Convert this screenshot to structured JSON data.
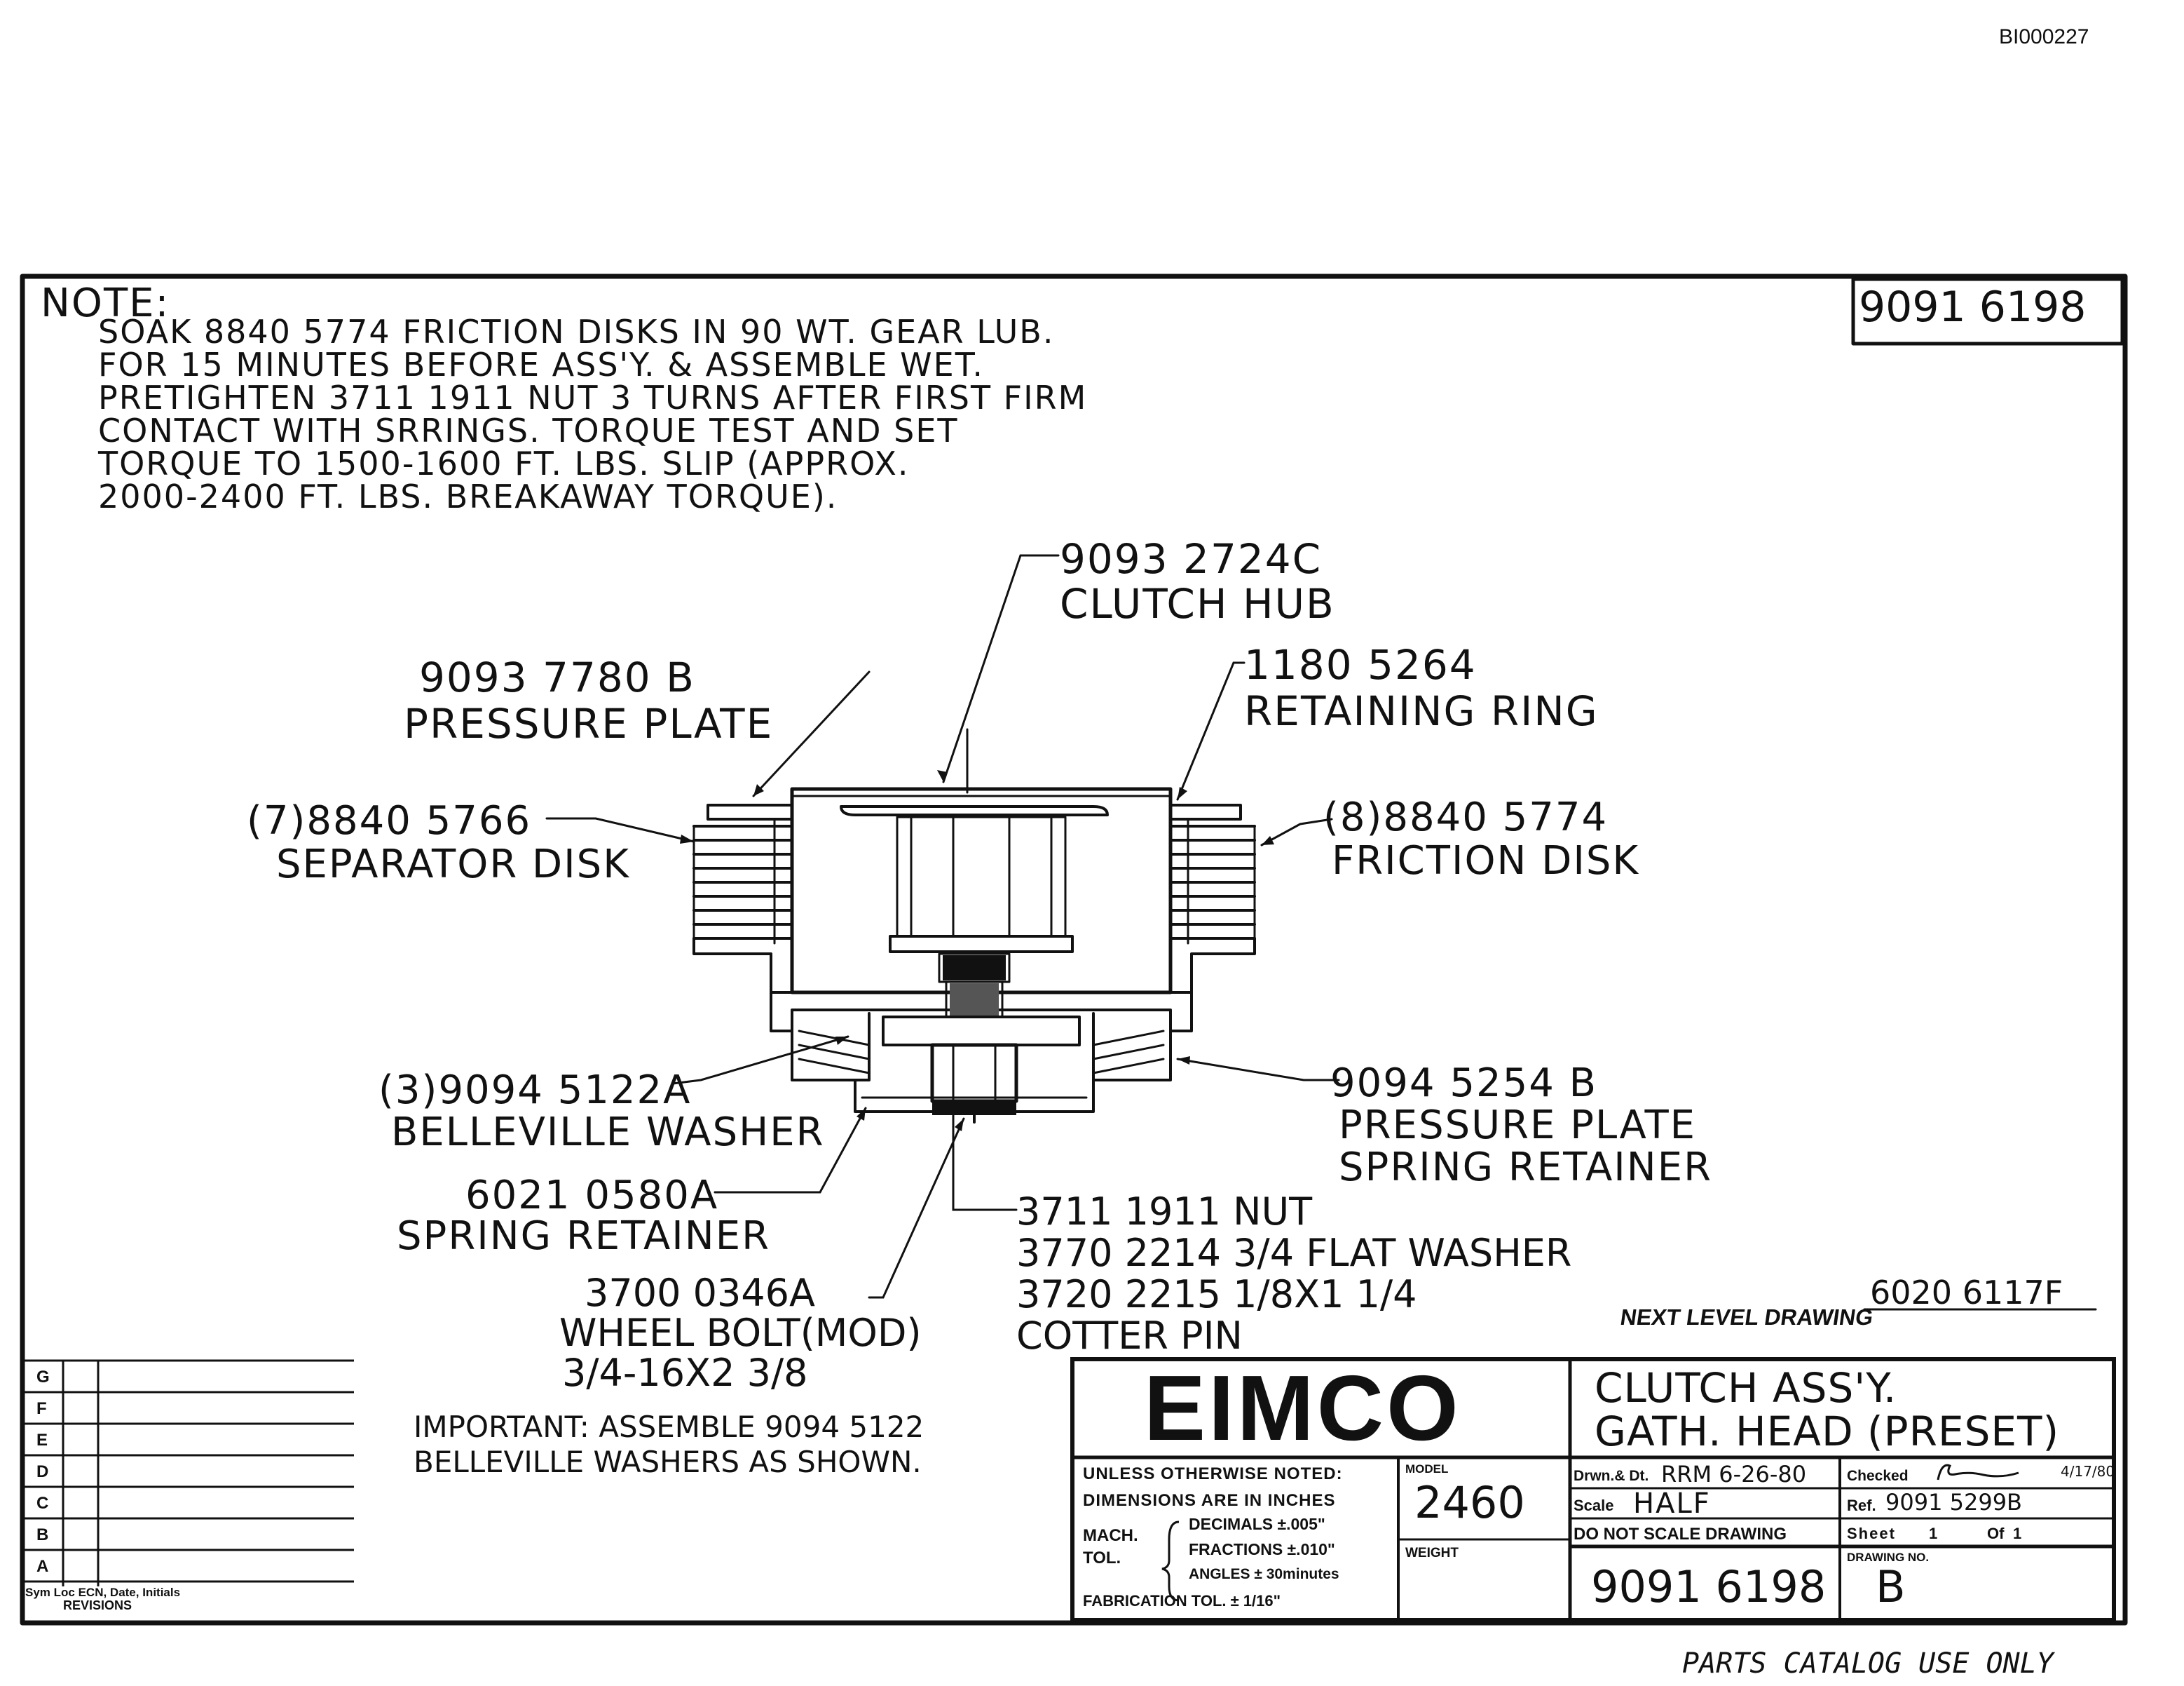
{
  "doc_id": "BI000227",
  "corner_drawing_no": "9091 6198",
  "note": {
    "heading": "NOTE:",
    "lines": [
      "SOAK 8840 5774 FRICTION DISKS IN 90 WT. GEAR LUB.",
      "FOR 15 MINUTES BEFORE ASS'Y. & ASSEMBLE WET.",
      "PRETIGHTEN 3711 1911 NUT 3 TURNS AFTER FIRST FIRM",
      "CONTACT WITH SRRINGS. TORQUE TEST AND SET",
      "TORQUE TO 1500-1600 FT. LBS. SLIP (APPROX.",
      "2000-2400 FT. LBS. BREAKAWAY TORQUE)."
    ]
  },
  "callouts": {
    "clutch_hub": [
      "9093 2724C",
      "CLUTCH HUB"
    ],
    "pressure_plate": [
      "9093 7780 B",
      "PRESSURE PLATE"
    ],
    "retaining_ring": [
      "1180 5264",
      "RETAINING RING"
    ],
    "separator_disk": [
      "(7)8840 5766",
      "SEPARATOR DISK"
    ],
    "friction_disk": [
      "(8)8840 5774",
      "FRICTION DISK"
    ],
    "belleville_washer": [
      "(3)9094 5122A",
      "BELLEVILLE WASHER"
    ],
    "spring_plate_retainer": [
      "9094 5254 B",
      "PRESSURE PLATE",
      "SPRING RETAINER"
    ],
    "spring_retainer": [
      "6021 0580A",
      "SPRING RETAINER"
    ],
    "nut_washer_pin": [
      "3711 1911 NUT",
      "3770 2214 3/4 FLAT WASHER",
      "3720 2215 1/8X1 1/4",
      "COTTER PIN"
    ],
    "wheel_bolt": [
      "3700 0346A",
      "WHEEL BOLT(MOD)",
      "3/4-16X2 3/8"
    ]
  },
  "important": [
    "IMPORTANT: ASSEMBLE 9094 5122",
    "BELLEVILLE WASHERS AS SHOWN."
  ],
  "next_level": {
    "label": "NEXT LEVEL DRAWING",
    "value": "6020 6117F"
  },
  "revisions": {
    "rows": [
      "G",
      "F",
      "E",
      "D",
      "C",
      "B",
      "A"
    ],
    "footer_line1": "Sym Loc ECN, Date, Initials",
    "footer_line2": "REVISIONS"
  },
  "title_block": {
    "company": "EIMCO",
    "title_line1": "CLUTCH ASS'Y.",
    "title_line2": "GATH. HEAD (PRESET)",
    "unless_noted": "UNLESS OTHERWISE NOTED:",
    "dimensions": "DIMENSIONS ARE IN INCHES",
    "mach_tol": "MACH.",
    "tol": "TOL.",
    "decimals": "DECIMALS ±.005\"",
    "fractions": "FRACTIONS ±.010\"",
    "angles": "ANGLES ± 30minutes",
    "fab_tol": "FABRICATION TOL. ± 1/16\"",
    "model_label": "MODEL",
    "model_value": "2460",
    "weight_label": "WEIGHT",
    "drawn_label": "Drwn.& Dt.",
    "drawn_value": "RRM 6-26-80",
    "checked_label": "Checked",
    "checked_date": "4/17/80",
    "scale_label": "Scale",
    "scale_value": "HALF",
    "ref_label": "Ref.",
    "ref_value": "9091 5299B",
    "do_not_scale": "DO NOT SCALE DRAWING",
    "sheet_label": "Sheet",
    "sheet_value": "1",
    "of_label": "Of",
    "of_value": "1",
    "drawing_no_label": "DRAWING NO.",
    "drawing_no_value": "9091 6198",
    "rev_value": "B"
  },
  "footer_note": "PARTS CATALOG USE ONLY"
}
